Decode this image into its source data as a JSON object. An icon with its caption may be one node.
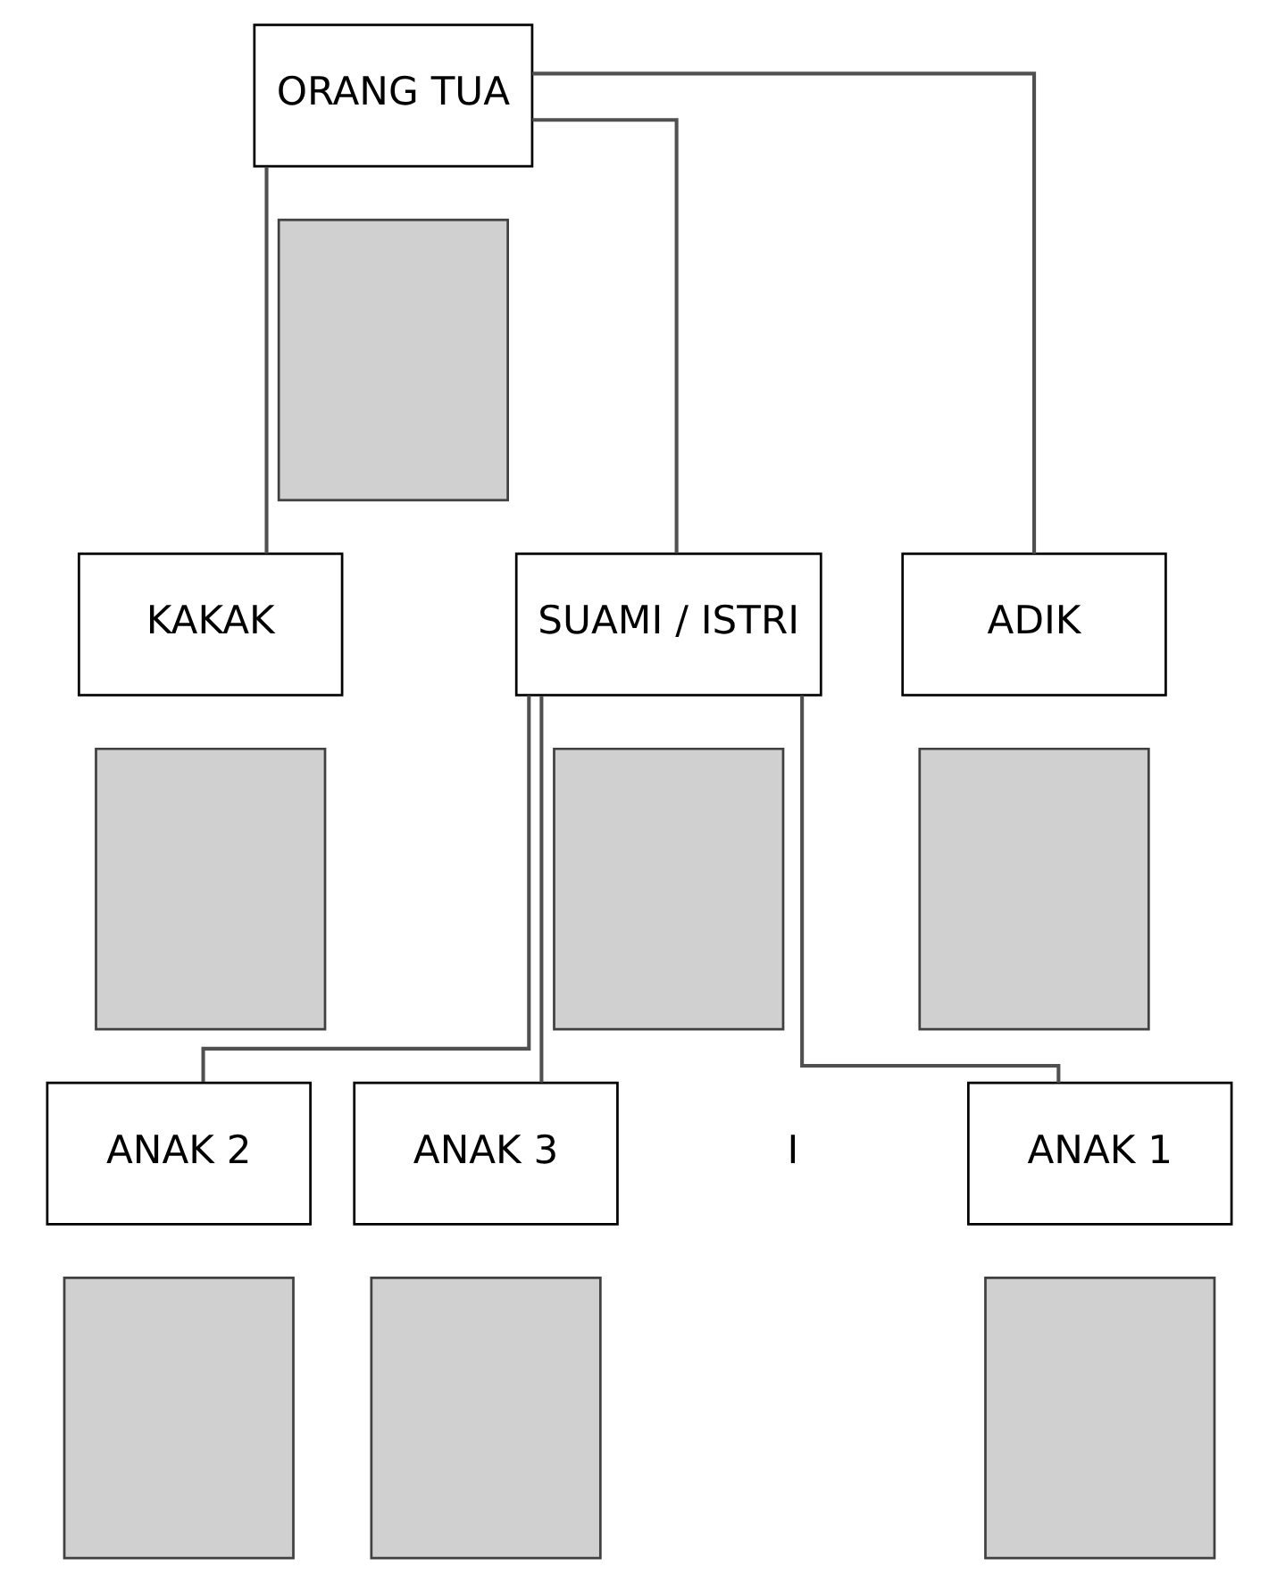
{
  "diagram": {
    "nodes": [
      {
        "text": [
          "ORANG TUA"
        ]
      },
      {
        "text": [],
        "shape": "box"
      },
      {
        "text": [
          "KAKAK"
        ]
      },
      {
        "text": [
          "SUAMI / ISTRI"
        ]
      },
      {
        "text": [
          "ADIK"
        ]
      },
      {
        "text": [],
        "shape": "box"
      },
      {
        "text": [],
        "shape": "box"
      },
      {
        "text": [],
        "shape": "box"
      },
      {
        "text": [
          "ANAK 1"
        ]
      },
      {
        "text": [
          "ANAK 2"
        ]
      },
      {
        "text": [
          "ANAK 3"
        ]
      },
      {
        "text": [],
        "shape": "box"
      },
      {
        "text": [],
        "shape": "box"
      },
      {
        "text": [],
        "shape": "box"
      }
    ],
    "edges": [
      {
        "from": 0,
        "to": 2,
        "arrow": "none"
      },
      {
        "from": 0,
        "to": 3,
        "arrow": "none"
      },
      {
        "from": 0,
        "to": 4,
        "arrow": "none"
      },
      {
        "from": 3,
        "to": 8,
        "arrow": "none"
      },
      {
        "from": 3,
        "to": 9,
        "arrow": "none"
      },
      {
        "from": 3,
        "to": 10,
        "arrow": "none"
      }
    ],
    "labels": [
      "I"
    ]
  }
}
